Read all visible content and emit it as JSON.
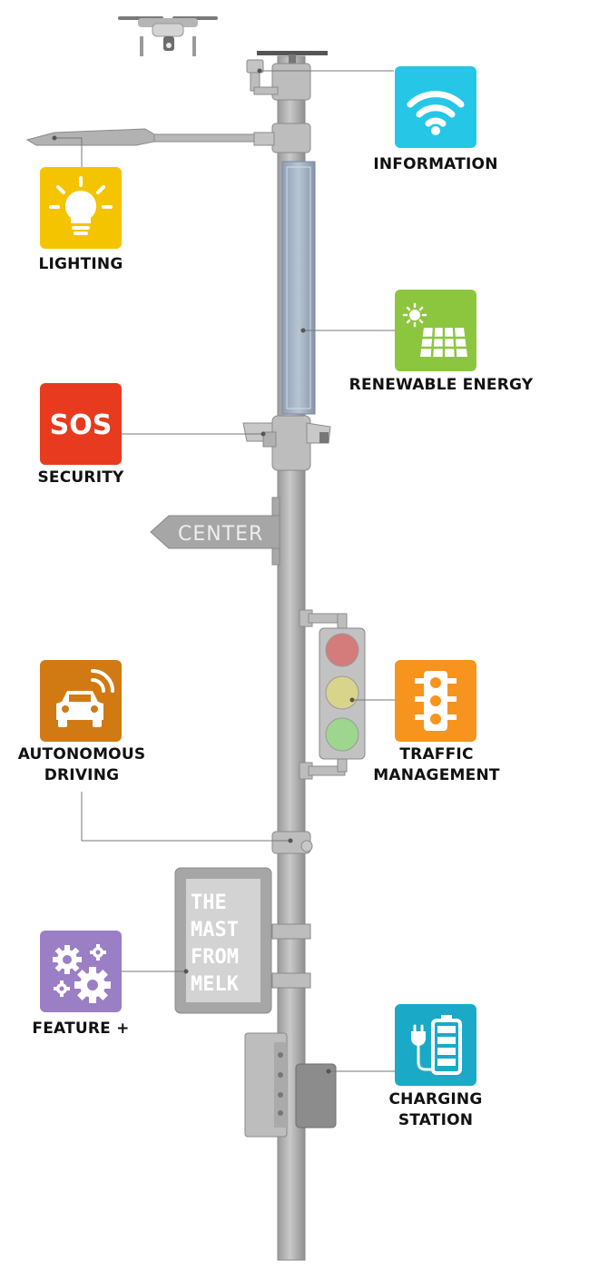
{
  "features": {
    "information": {
      "label": "INFORMATION",
      "color": "#26c6e6",
      "icon": "wifi-icon"
    },
    "lighting": {
      "label": "LIGHTING",
      "color": "#f5c400",
      "icon": "light-bulb-icon"
    },
    "renewable_energy": {
      "label": "RENEWABLE ENERGY",
      "color": "#8cc63f",
      "icon": "solar-panel-icon"
    },
    "security": {
      "label": "SECURITY",
      "color": "#e83a1e",
      "icon": "sos-icon",
      "icon_text": "SOS"
    },
    "autonomous_driving": {
      "label_line1": "AUTONOMOUS",
      "label_line2": "DRIVING",
      "color": "#d17a14",
      "icon": "connected-car-icon"
    },
    "traffic_management": {
      "label_line1": "TRAFFIC",
      "label_line2": "MANAGEMENT",
      "color": "#f7941d",
      "icon": "traffic-light-icon"
    },
    "feature_plus": {
      "label": "FEATURE +",
      "color": "#9b7fc4",
      "icon": "gears-icon"
    },
    "charging_station": {
      "label_line1": "CHARGING",
      "label_line2": "STATION",
      "color": "#1aaac8",
      "icon": "ev-charger-icon"
    }
  },
  "pole": {
    "sign_text": "CENTER",
    "screen_lines": [
      "THE",
      "MAST",
      "FROM",
      "MELK"
    ]
  }
}
